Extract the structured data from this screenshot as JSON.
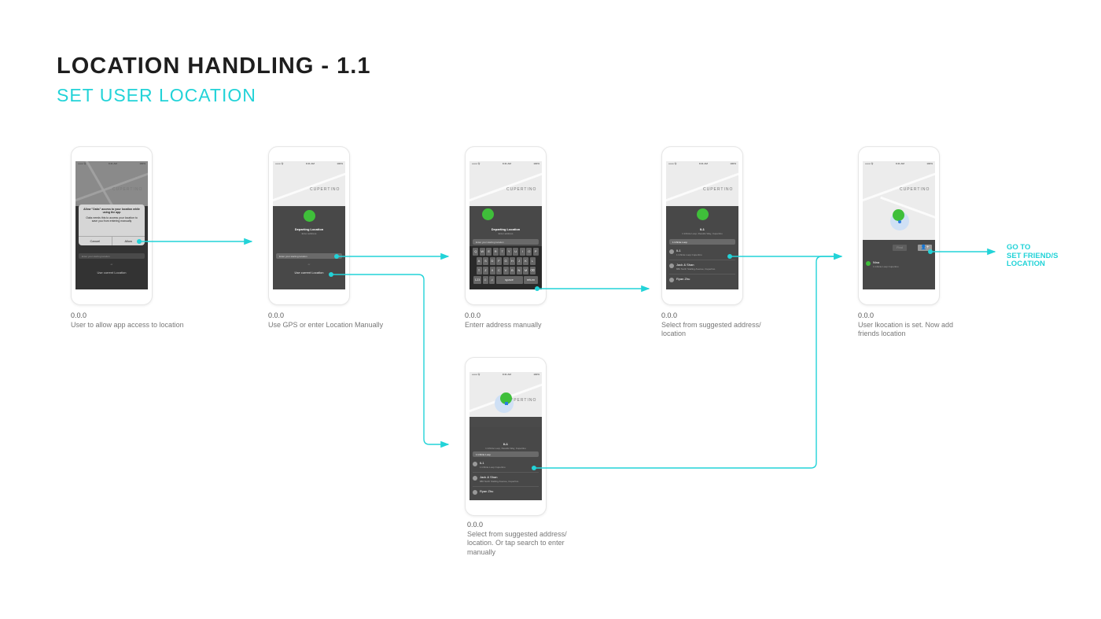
{
  "header": {
    "title": "LOCATION HANDLING - 1.1",
    "subtitle": "SET USER LOCATION"
  },
  "map_label": "CUPERTINO",
  "status": {
    "carrier": "•••oo 令",
    "time": "9:41 AM",
    "battery": "100%"
  },
  "screens": [
    {
      "id": "0.0.0",
      "caption": "User to allow app access to location",
      "alert_title": "Allow \"Oaks\" access to your location while using the app",
      "alert_body": "Oaks needs this to access your location to save you from entering manually",
      "cancel": "Cancel",
      "allow": "Allow",
      "search_placeholder": "Enter your starting location",
      "or": "or",
      "use_current": "Use current Location"
    },
    {
      "id": "0.0.0",
      "caption": "Use GPS or enter Location Manually",
      "title": "Departing Location",
      "subtitle": "Enter address",
      "search_placeholder": "Enter your starting location",
      "or": "or",
      "use_current": "Use current Location"
    },
    {
      "id": "0.0.0",
      "caption": "Enterr address manually",
      "title": "Departing Location",
      "subtitle": "Enter address",
      "search_placeholder": "Enter your starting location",
      "keys": [
        [
          "Q",
          "W",
          "E",
          "R",
          "T",
          "Y",
          "U",
          "I",
          "O",
          "P"
        ],
        [
          "A",
          "S",
          "D",
          "F",
          "G",
          "H",
          "J",
          "K",
          "L"
        ],
        [
          "⇧",
          "Z",
          "X",
          "C",
          "V",
          "B",
          "N",
          "M",
          "⌫"
        ]
      ],
      "key_123": "123",
      "key_space": "space",
      "key_return": "return"
    },
    {
      "id": "0.0.0",
      "caption": "Select from suggested address/ location",
      "title": "IL1",
      "subtitle": "1 Infinite Loop, Results Way, Cupertino",
      "search_value": "1 Infinite Loop",
      "items": [
        {
          "name": "IL1",
          "address": "1 Infinite Loop Cupertino"
        },
        {
          "name": "Jack & Shan",
          "address": "880 North Stelling Avenue, Cupertino"
        },
        {
          "name": "Ryan Zhu",
          "address": ""
        }
      ]
    },
    {
      "id": "0.0.0",
      "caption": "User lkocation is set. Now add friends location",
      "find": "Find",
      "user_name": "Nina",
      "user_address": "1 Infinite Loop Cupertino"
    },
    {
      "id": "0.0.0",
      "caption": "Select from suggested address/ location. Or tap search to enter manually",
      "title": "IL1",
      "subtitle": "1 Infinite Loop, Results Way, Cupertino",
      "search_value": "1 Infinite Loop",
      "items": [
        {
          "name": "IL1",
          "address": "1 Infinite Loop Cupertino"
        },
        {
          "name": "Jack & Shan",
          "address": "880 North Stelling Avenue, Cupertino"
        },
        {
          "name": "Ryan Zhu",
          "address": ""
        }
      ]
    }
  ],
  "goto": {
    "line1": "GO TO",
    "line2": "SET FRIEND/S",
    "line3": "LOCATION"
  },
  "colors": {
    "accent": "#22d3d8",
    "pin": "#3fbf3a",
    "panel": "#484848"
  }
}
